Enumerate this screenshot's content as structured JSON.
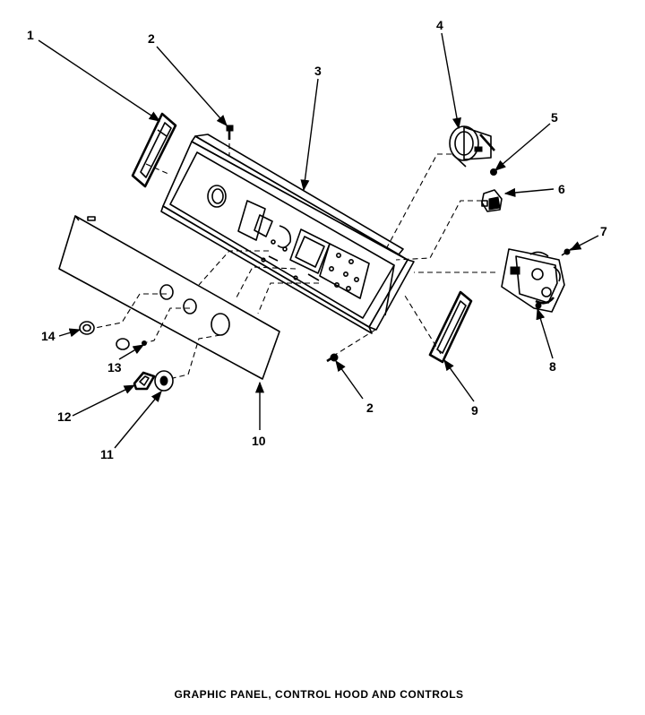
{
  "title": "GRAPHIC PANEL, CONTROL HOOD AND CONTROLS",
  "callouts": {
    "c1": "1",
    "c2a": "2",
    "c3": "3",
    "c4": "4",
    "c5": "5",
    "c6": "6",
    "c7": "7",
    "c8": "8",
    "c9": "9",
    "c10": "10",
    "c11": "11",
    "c12": "12",
    "c13": "13",
    "c14": "14",
    "c2b": "2"
  }
}
